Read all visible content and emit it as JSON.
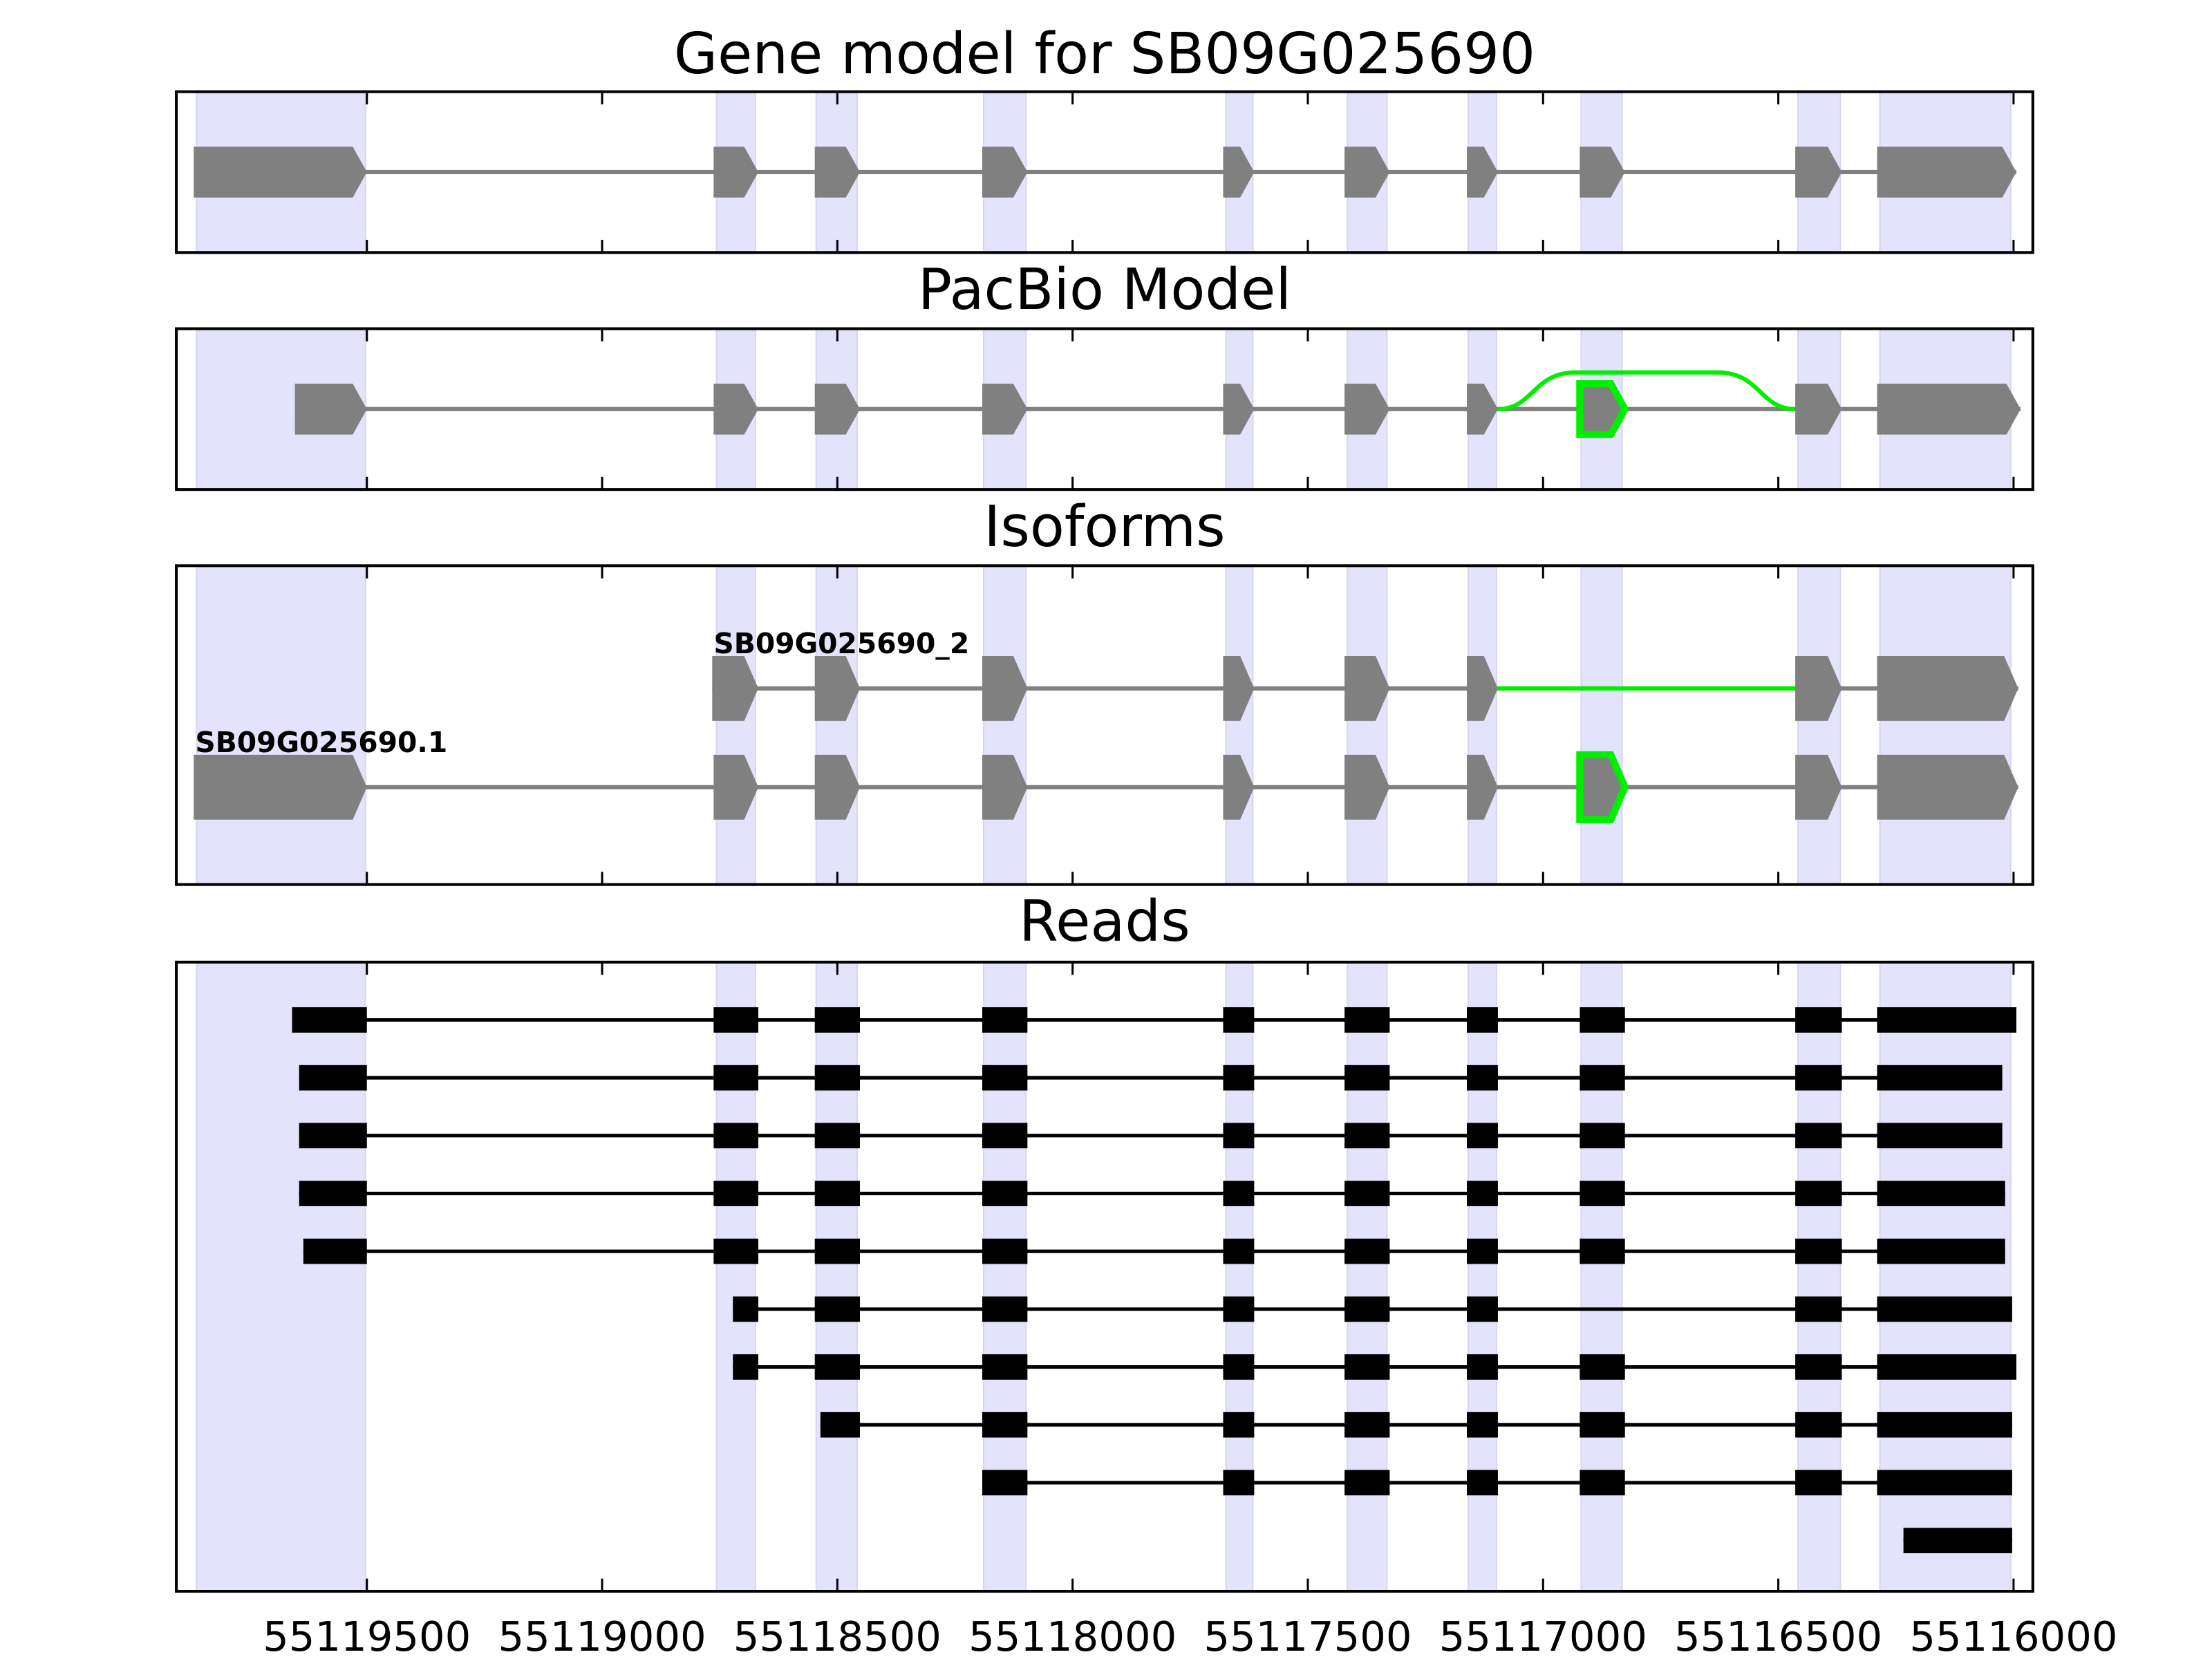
{
  "chart_data": {
    "type": "gene-model",
    "xlim": [
      55119905,
      55115959
    ],
    "x_ticks": [
      55119500,
      55119000,
      55118500,
      55118000,
      55117500,
      55117000,
      55116500,
      55116000
    ],
    "x_tick_labels": [
      "55119500",
      "55119000",
      "55118500",
      "55118000",
      "55117500",
      "55117000",
      "55116500",
      "55116000"
    ],
    "colors": {
      "exon": "#808080",
      "read": "#000000",
      "highlight": "#00ee00",
      "shade": "#e3e3fc"
    },
    "shaded_regions": [
      [
        55119862,
        55119503
      ],
      [
        55118757,
        55118674
      ],
      [
        55118545,
        55118458
      ],
      [
        55118189,
        55118099
      ],
      [
        55117674,
        55117617
      ],
      [
        55117416,
        55117332
      ],
      [
        55117159,
        55117099
      ],
      [
        55116919,
        55116832
      ],
      [
        55116458,
        55116368
      ],
      [
        55116284,
        55116006
      ]
    ],
    "panels": [
      {
        "title": "Gene model for SB09G025690",
        "tracks": [
          {
            "exons": [
              [
                55119868,
                55119500
              ],
              [
                55118763,
                55118668
              ],
              [
                55118548,
                55118452
              ],
              [
                55118192,
                55118096
              ],
              [
                55117680,
                55117614
              ],
              [
                55117422,
                55117326
              ],
              [
                55117162,
                55117096
              ],
              [
                55116922,
                55116826
              ],
              [
                55116464,
                55116365
              ],
              [
                55116290,
                55115994
              ]
            ]
          }
        ]
      },
      {
        "title": "PacBio Model",
        "tracks": [
          {
            "exons": [
              [
                55119653,
                55119500
              ],
              [
                55118763,
                55118668
              ],
              [
                55118548,
                55118452
              ],
              [
                55118192,
                55118096
              ],
              [
                55117680,
                55117614
              ],
              [
                55117422,
                55117326
              ],
              [
                55117162,
                55117096
              ],
              [
                55116922,
                55116826
              ],
              [
                55116464,
                55116365
              ],
              [
                55116290,
                55115985
              ]
            ],
            "highlight_exon": 7,
            "skip_arc": [
              55117096,
              55116464
            ]
          }
        ]
      },
      {
        "title": "Isoforms",
        "tracks": [
          {
            "label": "SB09G025690_2",
            "exons": [
              [
                55118766,
                55118668
              ],
              [
                55118548,
                55118452
              ],
              [
                55118192,
                55118096
              ],
              [
                55117680,
                55117614
              ],
              [
                55117422,
                55117326
              ],
              [
                55117162,
                55117096
              ],
              [
                55116464,
                55116365
              ],
              [
                55116290,
                55115990
              ]
            ],
            "skip_line": [
              55117096,
              55116464
            ]
          },
          {
            "label": "SB09G025690.1",
            "exons": [
              [
                55119868,
                55119500
              ],
              [
                55118763,
                55118668
              ],
              [
                55118548,
                55118452
              ],
              [
                55118192,
                55118096
              ],
              [
                55117680,
                55117614
              ],
              [
                55117422,
                55117326
              ],
              [
                55117162,
                55117096
              ],
              [
                55116922,
                55116826
              ],
              [
                55116464,
                55116365
              ],
              [
                55116290,
                55115990
              ]
            ],
            "highlight_exon": 7
          }
        ]
      },
      {
        "title": "Reads",
        "reads": [
          [
            [
              55119659,
              55119500
            ],
            [
              55118763,
              55118668
            ],
            [
              55118548,
              55118452
            ],
            [
              55118192,
              55118096
            ],
            [
              55117680,
              55117614
            ],
            [
              55117422,
              55117326
            ],
            [
              55117162,
              55117096
            ],
            [
              55116922,
              55116826
            ],
            [
              55116464,
              55116365
            ],
            [
              55116290,
              55115994
            ]
          ],
          [
            [
              55119644,
              55119500
            ],
            [
              55118763,
              55118668
            ],
            [
              55118548,
              55118452
            ],
            [
              55118192,
              55118096
            ],
            [
              55117680,
              55117614
            ],
            [
              55117422,
              55117326
            ],
            [
              55117162,
              55117096
            ],
            [
              55116922,
              55116826
            ],
            [
              55116464,
              55116365
            ],
            [
              55116290,
              55116024
            ]
          ],
          [
            [
              55119644,
              55119500
            ],
            [
              55118763,
              55118668
            ],
            [
              55118548,
              55118452
            ],
            [
              55118192,
              55118096
            ],
            [
              55117680,
              55117614
            ],
            [
              55117422,
              55117326
            ],
            [
              55117162,
              55117096
            ],
            [
              55116922,
              55116826
            ],
            [
              55116464,
              55116365
            ],
            [
              55116290,
              55116024
            ]
          ],
          [
            [
              55119644,
              55119500
            ],
            [
              55118763,
              55118668
            ],
            [
              55118548,
              55118452
            ],
            [
              55118192,
              55118096
            ],
            [
              55117680,
              55117614
            ],
            [
              55117422,
              55117326
            ],
            [
              55117162,
              55117096
            ],
            [
              55116922,
              55116826
            ],
            [
              55116464,
              55116365
            ],
            [
              55116290,
              55116018
            ]
          ],
          [
            [
              55119635,
              55119500
            ],
            [
              55118763,
              55118668
            ],
            [
              55118548,
              55118452
            ],
            [
              55118192,
              55118096
            ],
            [
              55117680,
              55117614
            ],
            [
              55117422,
              55117326
            ],
            [
              55117162,
              55117096
            ],
            [
              55116922,
              55116826
            ],
            [
              55116464,
              55116365
            ],
            [
              55116290,
              55116018
            ]
          ],
          [
            [
              55118722,
              55118668
            ],
            [
              55118548,
              55118452
            ],
            [
              55118192,
              55118096
            ],
            [
              55117680,
              55117614
            ],
            [
              55117422,
              55117326
            ],
            [
              55117162,
              55117096
            ],
            [
              55116464,
              55116365
            ],
            [
              55116290,
              55116003
            ]
          ],
          [
            [
              55118722,
              55118668
            ],
            [
              55118548,
              55118452
            ],
            [
              55118192,
              55118096
            ],
            [
              55117680,
              55117614
            ],
            [
              55117422,
              55117326
            ],
            [
              55117162,
              55117096
            ],
            [
              55116922,
              55116826
            ],
            [
              55116464,
              55116365
            ],
            [
              55116290,
              55115994
            ]
          ],
          [
            [
              55118536,
              55118452
            ],
            [
              55118192,
              55118096
            ],
            [
              55117680,
              55117614
            ],
            [
              55117422,
              55117326
            ],
            [
              55117162,
              55117096
            ],
            [
              55116922,
              55116826
            ],
            [
              55116464,
              55116365
            ],
            [
              55116290,
              55116003
            ]
          ],
          [
            [
              55118192,
              55118096
            ],
            [
              55117680,
              55117614
            ],
            [
              55117422,
              55117326
            ],
            [
              55117162,
              55117096
            ],
            [
              55116922,
              55116826
            ],
            [
              55116464,
              55116365
            ],
            [
              55116290,
              55116003
            ]
          ],
          [
            [
              55116234,
              55116003
            ]
          ]
        ]
      }
    ]
  }
}
